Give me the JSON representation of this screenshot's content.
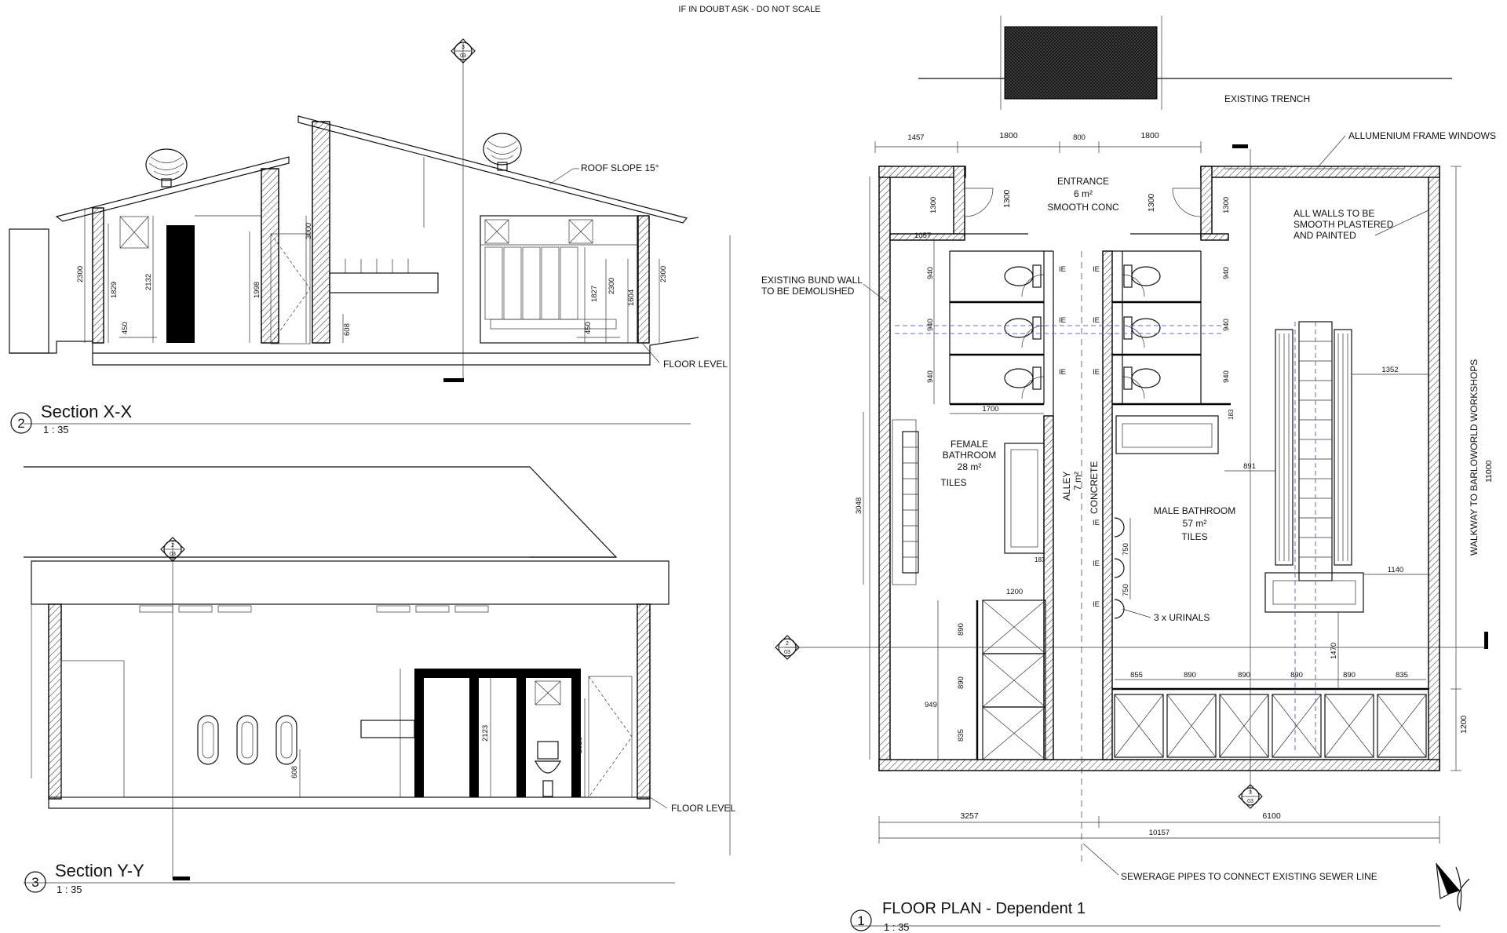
{
  "sheet": {
    "header_note": "IF IN DOUBT ASK - DO NOT SCALE"
  },
  "section_xx": {
    "number": "2",
    "title": "Section X-X",
    "scale": "1 : 35",
    "marker": {
      "top": "3",
      "bottom": "03"
    },
    "roof_note": "ROOF SLOPE 15°",
    "floor_note": "FLOOR LEVEL",
    "dims": [
      "2300",
      "1829",
      "2132",
      "450",
      "1998",
      "3000",
      "608",
      "1827",
      "2300",
      "1604",
      "450",
      "2300"
    ]
  },
  "section_yy": {
    "number": "3",
    "title": "Section Y-Y",
    "scale": "1 : 35",
    "marker": {
      "top": "2",
      "bottom": "03"
    },
    "floor_note": "FLOOR LEVEL",
    "dims": [
      "608",
      "2123",
      "2028"
    ]
  },
  "floor_plan": {
    "number": "1",
    "title": "FLOOR PLAN - Dependent 1",
    "scale": "1 : 35",
    "marker_left": {
      "top": "2",
      "bottom": "03"
    },
    "marker_bottom": {
      "top": "3",
      "bottom": "03"
    },
    "notes": {
      "trench": "EXISTING TRENCH",
      "windows": "ALLUMENIUM FRAME WINDOWS",
      "walls": [
        "ALL WALLS TO BE",
        "SMOOTH PLASTERED",
        "AND PAINTED"
      ],
      "bund": [
        "EXISTING BUND WALL",
        "TO BE DEMOLISHED"
      ],
      "sewer": "SEWERAGE PIPES TO CONNECT EXISTING SEWER LINE",
      "walkway": "WALKWAY TO BARLOWORLD WORKSHOPS",
      "urinals": "3 x URINALS"
    },
    "rooms": {
      "entrance": [
        "ENTRANCE",
        "6 m²",
        "SMOOTH CONC"
      ],
      "female": [
        "FEMALE",
        "BATHROOM",
        "28 m²",
        "TILES"
      ],
      "alley": [
        "ALLEY",
        "7 m²",
        "CONCRETE"
      ],
      "male": [
        "MALE BATHROOM",
        "57 m²",
        "TILES"
      ]
    },
    "ie_label": "IE",
    "dims_top": [
      "1457",
      "1800",
      "800",
      "1800"
    ],
    "dims_left": [
      "1300",
      "1300",
      "1057",
      "940",
      "940",
      "940",
      "3048",
      "890",
      "890",
      "835",
      "949",
      "1200"
    ],
    "dims_inner": [
      "1300",
      "1300",
      "940",
      "940",
      "940",
      "1700",
      "183",
      "183",
      "891",
      "1352",
      "750",
      "750",
      "1140",
      "1470"
    ],
    "dims_stalls": [
      "855",
      "890",
      "890",
      "890",
      "890",
      "835"
    ],
    "dims_right": [
      "11000",
      "1200"
    ],
    "dims_bottom": [
      "3257",
      "6100",
      "10157"
    ]
  }
}
